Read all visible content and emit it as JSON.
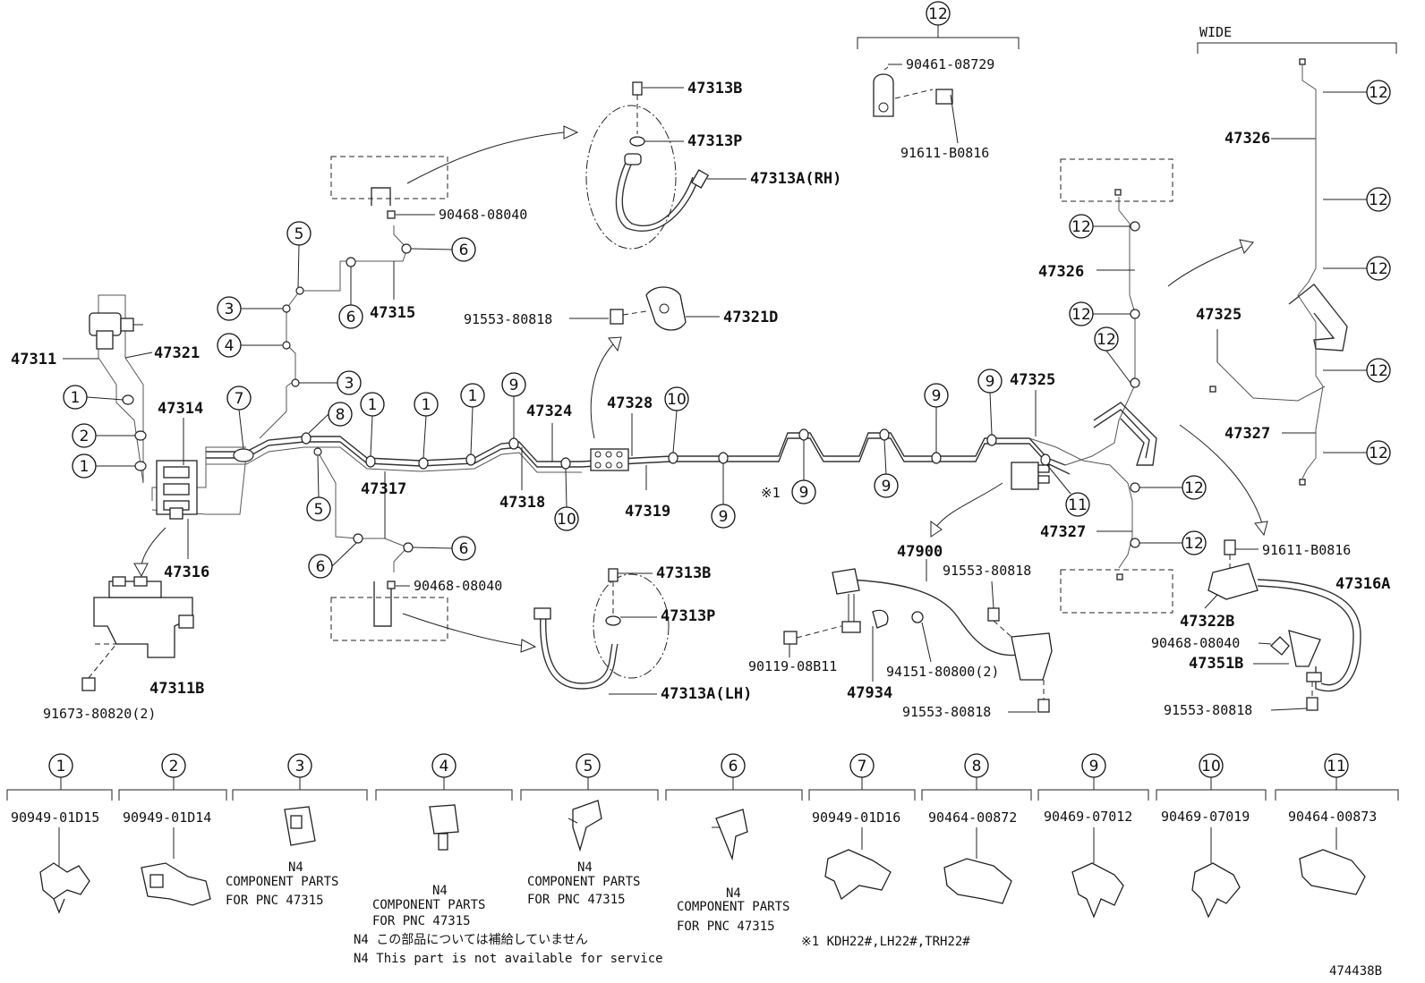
{
  "labels": {
    "l47311": "47311",
    "l47321": "47321",
    "l47314": "47314",
    "l47316": "47316",
    "l47311B": "47311B",
    "l91673": "91673-80820(2)",
    "l47315": "47315",
    "l47317": "47317",
    "l90468a": "90468-08040",
    "l90468b": "90468-08040",
    "l47313B_a": "47313B",
    "l47313P_a": "47313P",
    "l47313A_RH": "47313A(RH)",
    "l47313B_b": "47313B",
    "l47313P_b": "47313P",
    "l47313A_LH": "47313A(LH)",
    "l91553_a": "91553-80818",
    "l47321D": "47321D",
    "l47324": "47324",
    "l47328": "47328",
    "l47318": "47318",
    "l47319": "47319",
    "l47325a": "47325",
    "l47326a": "47326",
    "l47327a": "47327",
    "l90461": "90461-08729",
    "l91611a": "91611-B0816",
    "l47900": "47900",
    "l91553_b": "91553-80818",
    "l90119": "90119-08B11",
    "l94151": "94151-80800(2)",
    "l47934": "47934",
    "l91553_c": "91553-80818",
    "wide": "WIDE",
    "l47326b": "47326",
    "l47325b": "47325",
    "l47327b": "47327",
    "l91611b": "91611-B0816",
    "l47316A": "47316A",
    "l47322B": "47322B",
    "l90468c": "90468-08040",
    "l47351B": "47351B",
    "l91553_d": "91553-80818",
    "star1": "※1"
  },
  "callouts": {
    "n1": "1",
    "n2": "2",
    "n3": "3",
    "n4": "4",
    "n5": "5",
    "n6": "6",
    "n7": "7",
    "n8": "8",
    "n9": "9",
    "n10": "10",
    "n11": "11",
    "n12": "12"
  },
  "legend": [
    {
      "num": "1",
      "part": "90949-01D15"
    },
    {
      "num": "2",
      "part": "90949-01D14"
    },
    {
      "num": "3",
      "part": ""
    },
    {
      "num": "4",
      "part": ""
    },
    {
      "num": "5",
      "part": ""
    },
    {
      "num": "6",
      "part": ""
    },
    {
      "num": "7",
      "part": "90949-01D16"
    },
    {
      "num": "8",
      "part": "90464-00872"
    },
    {
      "num": "9",
      "part": "90469-07012"
    },
    {
      "num": "10",
      "part": "90469-07019"
    },
    {
      "num": "11",
      "part": "90464-00873"
    }
  ],
  "n4": {
    "mark": "N4",
    "comp1": "COMPONENT PARTS",
    "comp2": "FOR PNC 47315"
  },
  "footnotes": {
    "jp": "N4 この部品については補給していません",
    "en": "N4 This part is not available for service",
    "star": "※1 KDH22#,LH22#,TRH22#"
  },
  "drawing_id": "474438B"
}
